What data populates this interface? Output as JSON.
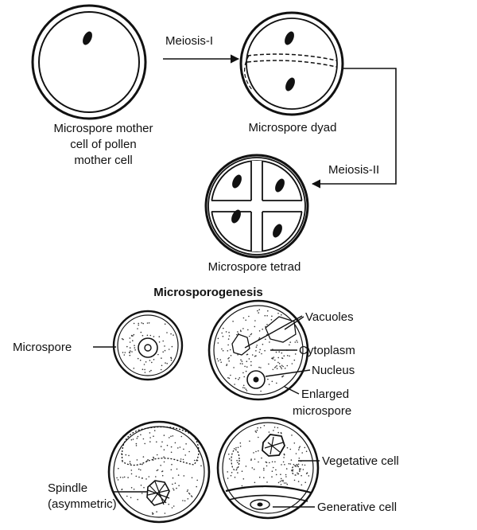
{
  "diagram": {
    "labels": {
      "mother_cell_line1": "Microspore mother",
      "mother_cell_line2": "cell of pollen",
      "mother_cell_line3": "mother cell",
      "meiosis_1": "Meiosis-I",
      "dyad": "Microspore dyad",
      "meiosis_2": "Meiosis-II",
      "tetrad": "Microspore tetrad",
      "section_title": "Microsporogenesis",
      "microspore": "Microspore",
      "vacuoles": "Vacuoles",
      "cytoplasm": "Cytoplasm",
      "nucleus": "Nucleus",
      "enlarged_line1": "Enlarged",
      "enlarged_line2": "microspore",
      "vegetative_cell": "Vegetative cell",
      "spindle_line1": "Spindle",
      "spindle_line2": "(asymmetric)",
      "generative_cell": "Generative cell"
    },
    "colors": {
      "ink": "#111111",
      "paper": "#ffffff"
    }
  }
}
